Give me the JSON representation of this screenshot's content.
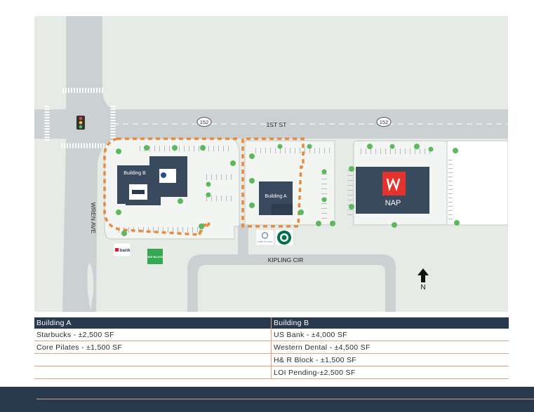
{
  "map": {
    "streets": {
      "first_st": "1ST ST",
      "wren_ave": "WREN AVE",
      "kipling_cir": "KIPLING CIR"
    },
    "route_shields": [
      "152",
      "152"
    ],
    "buildings": {
      "building_a": "Building A",
      "building_b": "Building B",
      "anchor": "NAP"
    },
    "north_label": "N",
    "logos": {
      "us_bank": "bank",
      "hr_block": "H&R BLOCK",
      "core_pilates": "CORE PILATES"
    },
    "colors": {
      "ground": "#e6ebe5",
      "road": "#cbd0d2",
      "building": "#3a4a5e",
      "outline_dash": "#e88a3c",
      "tree": "#5cb85c"
    }
  },
  "table": {
    "headers": [
      "Building A",
      "Building B"
    ],
    "rows": [
      [
        "Starbucks - ±2,500 SF",
        "US Bank - ±4,000 SF"
      ],
      [
        "Core Pilates - ±1,500 SF",
        "Western Dental - ±4,500 SF"
      ],
      [
        "",
        "H& R Block - ±1,500 SF"
      ],
      [
        "",
        "LOI Pending-±2,500 SF"
      ]
    ]
  }
}
